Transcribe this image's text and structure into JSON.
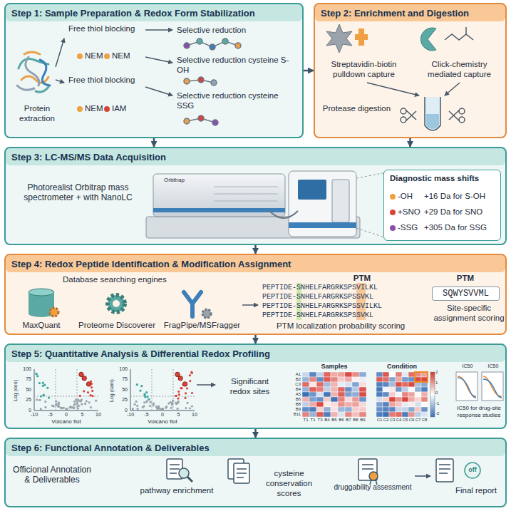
{
  "diagram": {
    "nodes": [
      {
        "text": [
          "Step 1: Sample Preparation & Redox Form Stabilization",
          "Free thiol blocking",
          "NEM",
          "NEM",
          "Protein extraction",
          "Free thiol blocking",
          "NEM",
          "IAM",
          "Selective reduction",
          "Selective reduction cysteine S-OH",
          "Selective reduction cysteine SSG"
        ]
      },
      {
        "text": [
          "Step 2: Enrichment and Digestion",
          "Streptavidin-biotin pulldown capture",
          "Click-chemistry mediated capture",
          "Protease digestion"
        ]
      },
      {
        "text": [
          "Step 3: LC-MS/MS Data Acquisition",
          "Photorealist Orbitrap mass spectrometer + with NanoLC",
          "Orbitrap"
        ]
      },
      {
        "text": [
          "Step 4: Redox Peptide Identification & Modification Assignment",
          "Database searching engines",
          "MaxQuant",
          "Proteome Discoverer",
          "FragPipe/MSFragger",
          "PTM",
          "PEPTIDE-SNHELFARGRKSPSVILKL",
          "PEPTIDE-SNHELFARGRKSPSSVKL",
          "PEPTIDE-SNHELFARGRKSPSSVILKL",
          "PEPTIDE-SNHELFARGRKSPSSVKL",
          "PTM localization probability scoring",
          "PTM",
          "SQWYSVVML",
          "Site-specific assignment scoring"
        ]
      },
      {
        "text": [
          "Step 5: Quantitative Analysis & Differential Redox Profiling",
          "Log (ooo)",
          "100",
          "75",
          "50",
          "25",
          "0",
          "-10",
          "-5",
          "0",
          "5",
          "10",
          "Volcano flot",
          "Log (oam)",
          "100",
          "75",
          "50",
          "25",
          "0",
          "-10",
          "-5",
          "0",
          "5",
          "10",
          "Volcano flot",
          "Significant redox sites",
          "Samples",
          "A1",
          "B2",
          "C3",
          "B4",
          "A5",
          "B6",
          "B8",
          "B9",
          "B11",
          "T1",
          "T1",
          "T3",
          "B4",
          "B5",
          "B6",
          "B7",
          "B8",
          "B9",
          "Condition",
          "C1",
          "C2",
          "C3",
          "C4",
          "C5",
          "C6",
          "C7",
          "C8",
          "2",
          "1",
          "0",
          "-1",
          "-2",
          "IC50",
          "IC50",
          "IC50 for drug-site response studies"
        ]
      },
      {
        "text": [
          "Step 6: Functional Annotation & Deliverables",
          "Officional Annotation & Deliverables",
          "pathway enrichment",
          "cysteine conservation scores",
          "druggability assessment",
          "off",
          "Final report"
        ]
      },
      {
        "text": [
          "Diagnostic mass shifts",
          "-OH",
          "+16 Da for S-OH",
          "+SNO",
          "+29 Da for SNO",
          "-SSG",
          "+305 Da for SSG"
        ],
        "in": 2
      }
    ],
    "edges": [
      {
        "from": 0,
        "to": 1,
        "arrow": "to"
      },
      {
        "from": 0,
        "to": 2,
        "arrow": "to"
      },
      {
        "from": 1,
        "to": 2,
        "arrow": "to"
      },
      {
        "from": 2,
        "to": 3,
        "arrow": "to"
      },
      {
        "from": 3,
        "to": 4,
        "arrow": "to"
      },
      {
        "from": 4,
        "to": 5,
        "arrow": "to"
      }
    ]
  }
}
